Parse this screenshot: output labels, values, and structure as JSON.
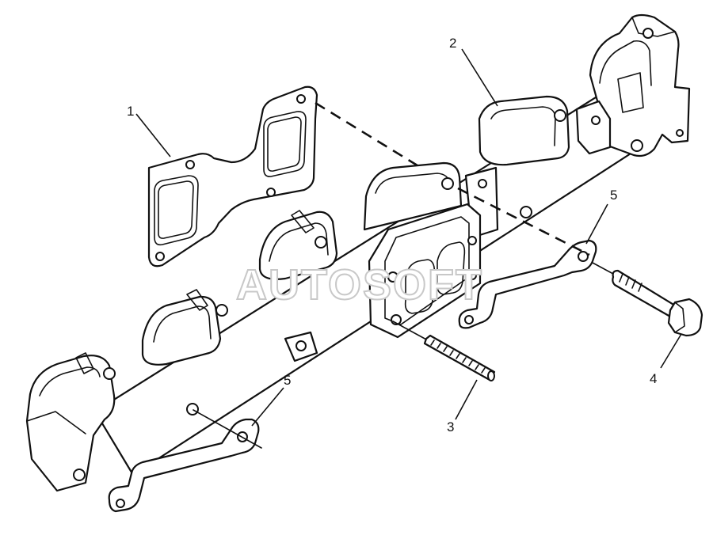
{
  "watermark": "AUTOSOFT",
  "callouts": {
    "gasket": "1",
    "manifold": "2",
    "stud": "3",
    "bolt": "4",
    "lock_plate_right": "5",
    "lock_plate_left": "5"
  }
}
